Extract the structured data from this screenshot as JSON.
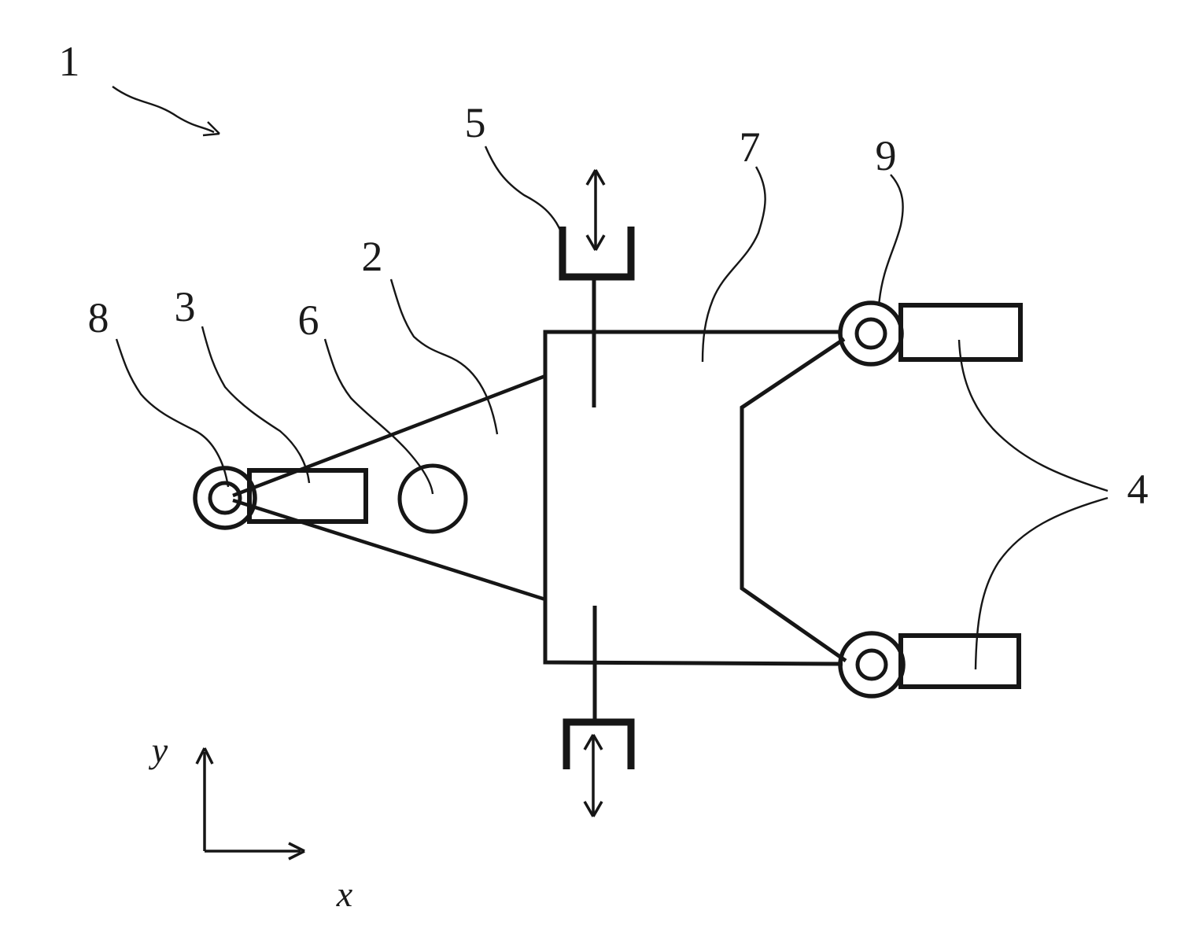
{
  "figure": {
    "background": "#ffffff",
    "ink": "#161616",
    "reference_numerals": {
      "n1": "1",
      "n2": "2",
      "n3": "3",
      "n4": "4",
      "n5": "5",
      "n6": "6",
      "n7": "7",
      "n8": "8",
      "n9": "9"
    },
    "axis_labels": {
      "x": "x",
      "y": "y"
    }
  }
}
